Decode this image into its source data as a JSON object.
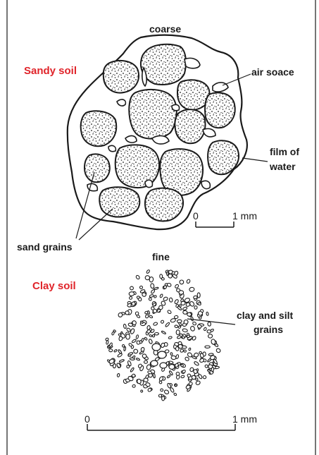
{
  "colors": {
    "accent_red": "#e0242a",
    "ink": "#1a1a1a",
    "grain_fill": "#ffffff"
  },
  "icons": [
    "sandy-soil-aggregate-icon",
    "clay-soil-aggregate-icon"
  ],
  "sandy": {
    "section_label": "Sandy soil",
    "coarse_label": "coarse",
    "air_space_label": "air soace",
    "film_label_line1": "film of",
    "film_label_line2": "water",
    "sand_grains_label": "sand grains",
    "scale": {
      "start": "0",
      "end": "1 mm"
    }
  },
  "clay": {
    "section_label": "Clay soil",
    "fine_label": "fine",
    "grains_label_line1": "clay and silt",
    "grains_label_line2": "grains",
    "scale": {
      "start": "0",
      "end": "1 mm"
    }
  }
}
